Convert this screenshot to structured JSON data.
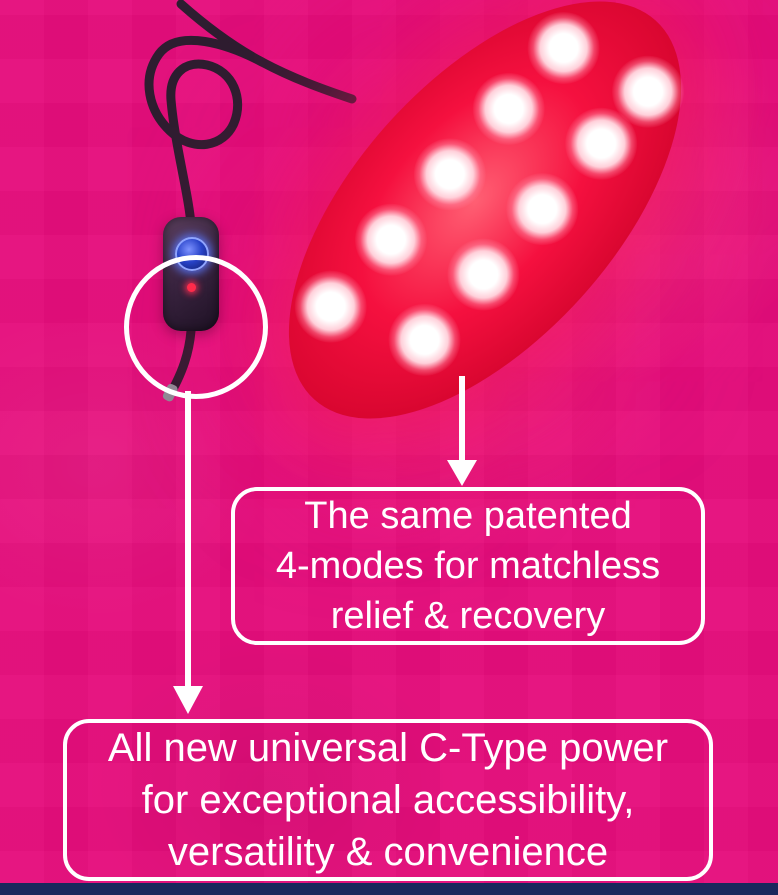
{
  "colors": {
    "background": "#e60d7c",
    "pad_glow": "#e8134e",
    "callout_border": "#ffffff",
    "text": "#ffffff",
    "bottom_bar": "#19285c",
    "controller_button": "#2742c8",
    "controller_indicator": "#ff2b4a"
  },
  "device": {
    "led_count": 10
  },
  "callouts": {
    "modes": {
      "lines": [
        "The same patented",
        "4-modes for matchless",
        "relief & recovery"
      ]
    },
    "power": {
      "lines": [
        "All new universal C-Type power",
        "for exceptional accessibility,",
        "versatility & convenience"
      ]
    }
  }
}
